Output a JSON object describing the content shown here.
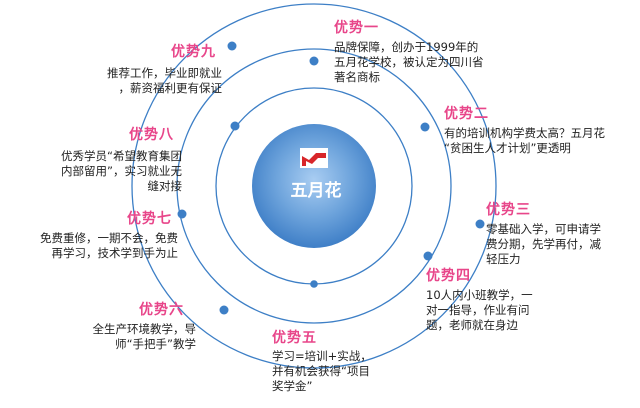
{
  "center": {
    "label": "五月花",
    "logo_color": "#d8262a"
  },
  "colors": {
    "orbit": "#3d7fc6",
    "title": "#e8468a",
    "core": "#3f7fc7",
    "core_light": "#9ec3ec"
  },
  "advantages": [
    {
      "title": "优势一",
      "lines": [
        "品牌保障，创办于1999年的",
        "五月花学校，被认定为四川省",
        "著名商标"
      ]
    },
    {
      "title": "优势二",
      "lines": [
        "有的培训机构学费太高？五月花",
        "“贫困生人才计划”更透明"
      ]
    },
    {
      "title": "优势三",
      "lines": [
        "零基础入学，可申请学",
        "费分期，先学再付，减",
        "轻压力"
      ]
    },
    {
      "title": "优势四",
      "lines": [
        "10人内小班教学，一",
        "对一指导，作业有问",
        "题，老师就在身边"
      ]
    },
    {
      "title": "优势五",
      "lines": [
        "学习=培训+实战，",
        "并有机会获得“项目",
        "奖学金”"
      ]
    },
    {
      "title": "优势六",
      "lines": [
        "全生产环境教学，导",
        "师“手把手”教学"
      ]
    },
    {
      "title": "优势七",
      "lines": [
        "免费重修，一期不会，免费",
        "再学习，技术学到手为止"
      ]
    },
    {
      "title": "优势八",
      "lines": [
        "优秀学员“希望教育集团",
        "内部留用”，实习就业无",
        "缝对接"
      ]
    },
    {
      "title": "优势九",
      "lines": [
        "推荐工作，毕业即就业",
        "，薪资福利更有保证"
      ]
    }
  ]
}
